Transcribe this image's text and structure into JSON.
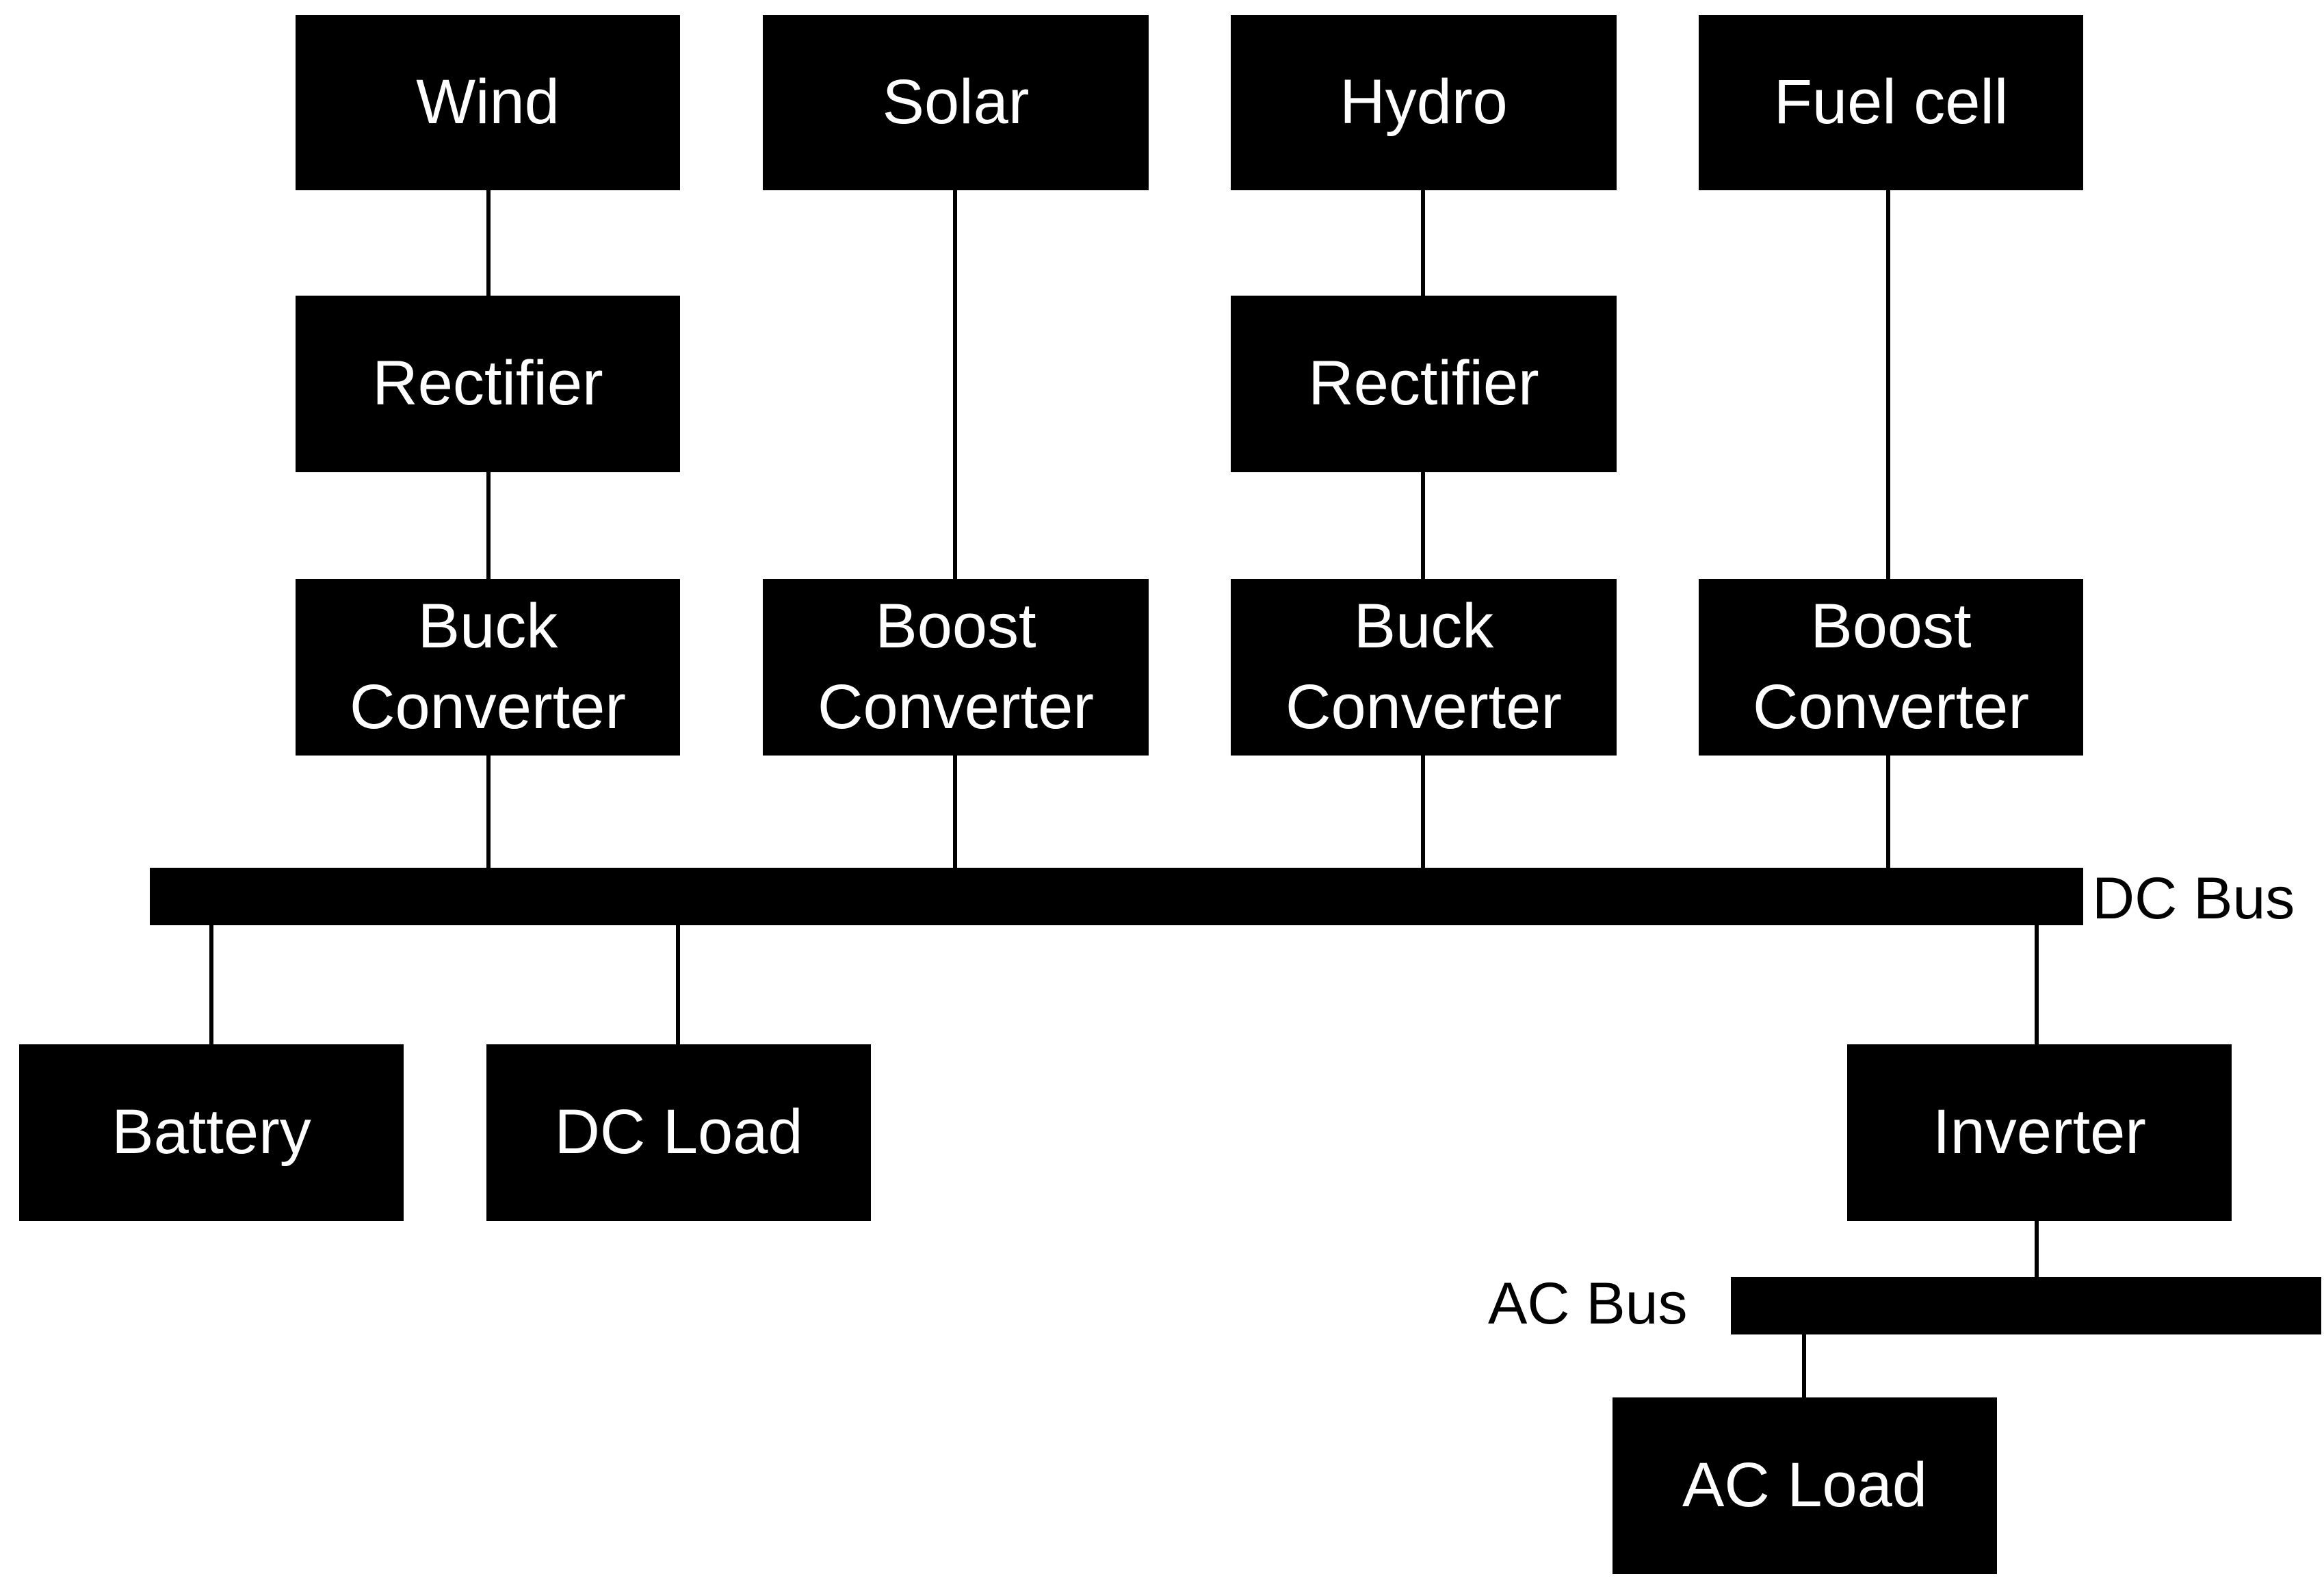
{
  "sources": {
    "wind": "Wind",
    "solar": "Solar",
    "hydro": "Hydro",
    "fuel_cell": "Fuel cell"
  },
  "rectifiers": {
    "wind": "Rectifier",
    "hydro": "Rectifier"
  },
  "converters": {
    "wind": [
      "Buck",
      "Converter"
    ],
    "solar": [
      "Boost",
      "Converter"
    ],
    "hydro": [
      "Buck",
      "Converter"
    ],
    "fuel_cell": [
      "Boost",
      "Converter"
    ]
  },
  "buses": {
    "dc": "DC Bus",
    "ac": "AC Bus"
  },
  "loads": {
    "battery": "Battery",
    "dc_load": "DC Load",
    "inverter": "Inverter",
    "ac_load": "AC Load"
  }
}
